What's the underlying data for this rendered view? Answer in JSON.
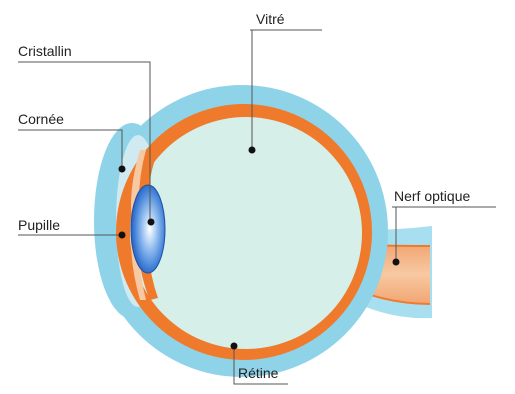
{
  "diagram": {
    "labels": {
      "cristallin": "Cristallin",
      "cornee": "Cornée",
      "pupille": "Pupille",
      "vitre": "Vitré",
      "nerf_optique": "Nerf optique",
      "retine": "Rétine"
    },
    "colors": {
      "outer_layer": "#8fd3e8",
      "retina_layer": "#ef7a2b",
      "vitreous": "#d6efe8",
      "nerve": "#f5b98c",
      "lens": "#3f7fd6",
      "leader_lines": "#555555"
    }
  }
}
